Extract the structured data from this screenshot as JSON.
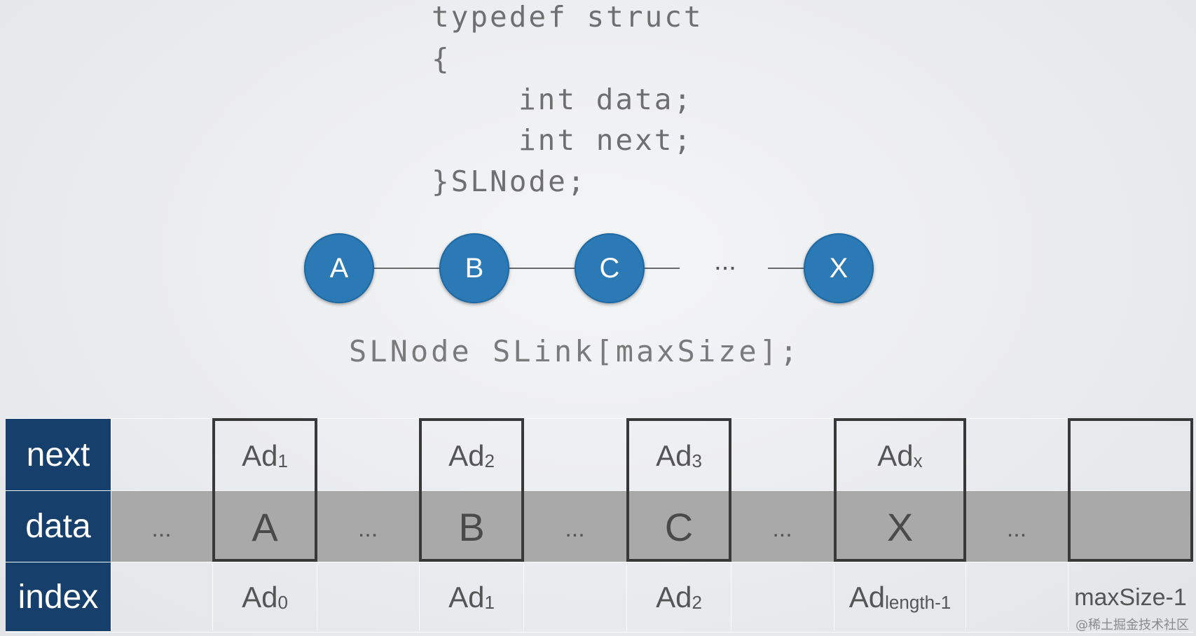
{
  "code": {
    "line1": "typedef struct",
    "line2": "{",
    "line3": "int data;",
    "line4": "int next;",
    "line5": "}SLNode;"
  },
  "chain": {
    "nodes": [
      "A",
      "B",
      "C",
      "X"
    ],
    "ellipsis": "...",
    "node_color": "#2b7ab6"
  },
  "declaration": "SLNode SLink[maxSize];",
  "table": {
    "header_color": "#173f6c",
    "row_headers": {
      "next": "next",
      "data": "data",
      "index": "index"
    },
    "gap_ellipsis": "...",
    "columns": [
      {
        "next_base": "Ad",
        "next_sub": "1",
        "data": "A",
        "index_base": "Ad",
        "index_sub": "0"
      },
      {
        "next_base": "Ad",
        "next_sub": "2",
        "data": "B",
        "index_base": "Ad",
        "index_sub": "1"
      },
      {
        "next_base": "Ad",
        "next_sub": "3",
        "data": "C",
        "index_base": "Ad",
        "index_sub": "2"
      },
      {
        "next_base": "Ad",
        "next_sub": "x",
        "data": "X",
        "index_base": "Ad",
        "index_sub": "length-1"
      }
    ],
    "last_index": "maxSize-1"
  },
  "watermark": "@稀土掘金技术社区"
}
